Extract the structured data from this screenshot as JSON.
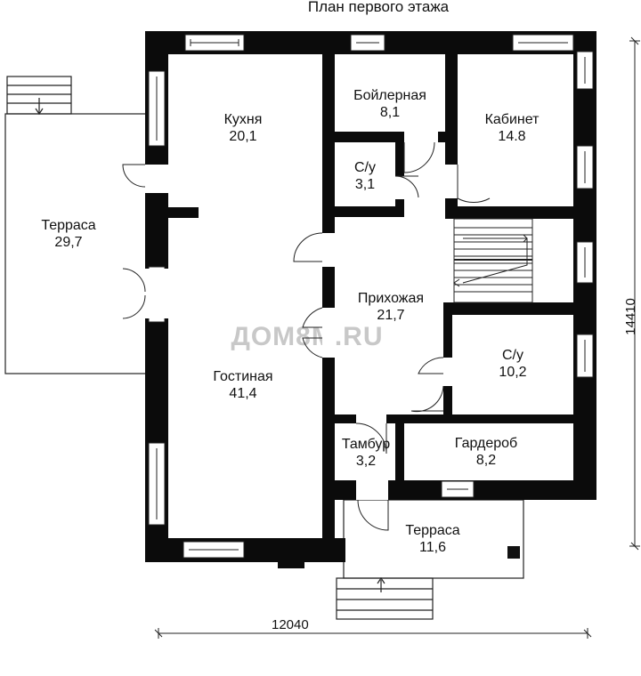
{
  "plan": {
    "title": "План первого этажа",
    "watermark": "ДОМ8М.RU",
    "dimensions": {
      "width": "12040",
      "height": "14410"
    },
    "rooms": [
      {
        "id": "kitchen",
        "name": "Кухня",
        "area": "20,1"
      },
      {
        "id": "boiler",
        "name": "Бойлерная",
        "area": "8,1"
      },
      {
        "id": "study",
        "name": "Кабинет",
        "area": "14.8"
      },
      {
        "id": "wc-small",
        "name": "С/у",
        "area": "3,1"
      },
      {
        "id": "terrace-left",
        "name": "Терраса",
        "area": "29,7"
      },
      {
        "id": "hall",
        "name": "Прихожая",
        "area": "21,7"
      },
      {
        "id": "bath",
        "name": "С/у",
        "area": "10,2"
      },
      {
        "id": "living",
        "name": "Гостиная",
        "area": "41,4"
      },
      {
        "id": "vestibule",
        "name": "Тамбур",
        "area": "3,2"
      },
      {
        "id": "wardrobe",
        "name": "Гардероб",
        "area": "8,2"
      },
      {
        "id": "terrace-bottom",
        "name": "Терраса",
        "area": "11,6"
      }
    ]
  }
}
